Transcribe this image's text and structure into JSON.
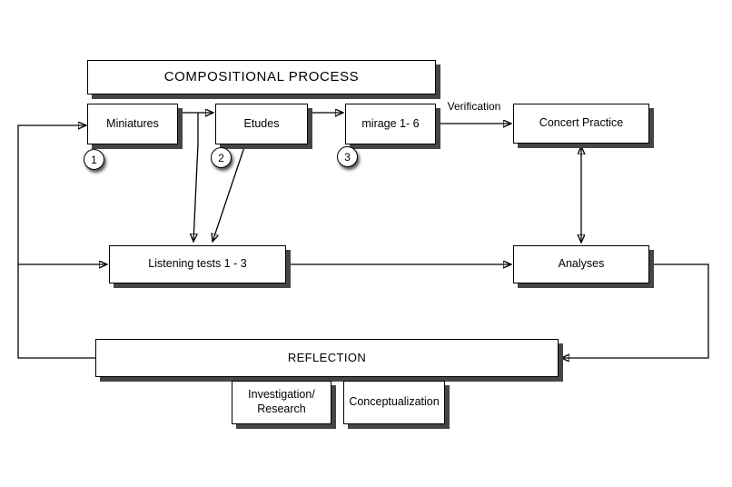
{
  "diagram": {
    "boxes": {
      "compositional_process": {
        "label": "COMPOSITIONAL PROCESS"
      },
      "miniatures": {
        "label": "Miniatures"
      },
      "etudes": {
        "label": "Etudes"
      },
      "mirage": {
        "label": "mirage 1- 6"
      },
      "concert_practice": {
        "label": "Concert Practice"
      },
      "listening_tests": {
        "label": "Listening tests 1 - 3"
      },
      "analyses": {
        "label": "Analyses"
      },
      "reflection": {
        "label": "REFLECTION"
      },
      "investigation_research": {
        "line1": "Investigation/",
        "line2": "Research"
      },
      "conceptualization": {
        "label": "Conceptualization"
      }
    },
    "step_markers": {
      "one": "1",
      "two": "2",
      "three": "3"
    },
    "edge_labels": {
      "verification": "Verification"
    },
    "colors": {
      "background": "#ffffff",
      "box_fill": "#ffffff",
      "border": "#000000",
      "shadow": "#454545"
    }
  }
}
